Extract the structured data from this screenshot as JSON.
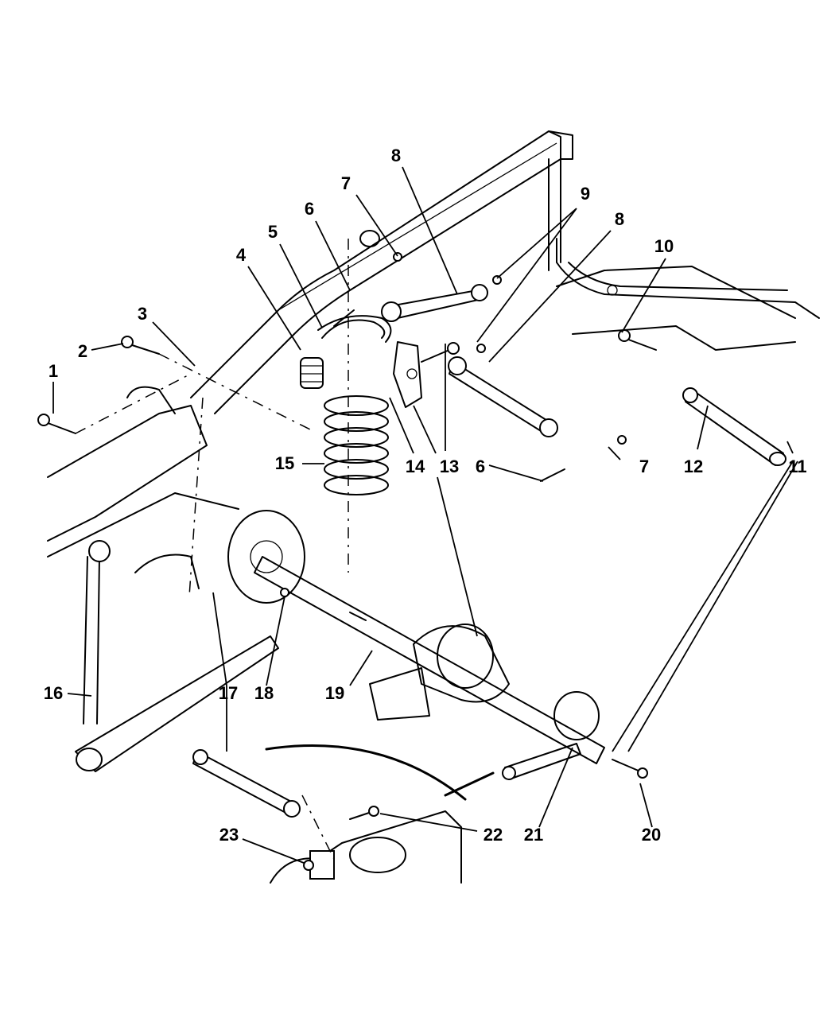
{
  "diagram": {
    "subject": "Rear suspension exploded parts view",
    "callouts": [
      {
        "id": "c1",
        "label": "1"
      },
      {
        "id": "c2",
        "label": "2"
      },
      {
        "id": "c3",
        "label": "3"
      },
      {
        "id": "c4",
        "label": "4"
      },
      {
        "id": "c5",
        "label": "5"
      },
      {
        "id": "c6a",
        "label": "6"
      },
      {
        "id": "c7a",
        "label": "7"
      },
      {
        "id": "c8a",
        "label": "8"
      },
      {
        "id": "c9",
        "label": "9"
      },
      {
        "id": "c8b",
        "label": "8"
      },
      {
        "id": "c10",
        "label": "10"
      },
      {
        "id": "c11",
        "label": "11"
      },
      {
        "id": "c12",
        "label": "12"
      },
      {
        "id": "c7b",
        "label": "7"
      },
      {
        "id": "c6b",
        "label": "6"
      },
      {
        "id": "c13",
        "label": "13"
      },
      {
        "id": "c14",
        "label": "14"
      },
      {
        "id": "c15",
        "label": "15"
      },
      {
        "id": "c16",
        "label": "16"
      },
      {
        "id": "c17",
        "label": "17"
      },
      {
        "id": "c18",
        "label": "18"
      },
      {
        "id": "c19",
        "label": "19"
      },
      {
        "id": "c20",
        "label": "20"
      },
      {
        "id": "c21",
        "label": "21"
      },
      {
        "id": "c22",
        "label": "22"
      },
      {
        "id": "c23",
        "label": "23"
      }
    ]
  }
}
